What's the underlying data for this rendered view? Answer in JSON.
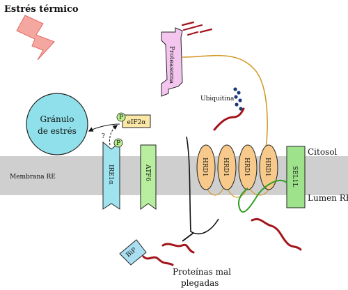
{
  "heat_stress_label": "Estrés térmico",
  "stress_granule": {
    "line1": "Gránulo",
    "line2": "de estrés"
  },
  "eif2a_label": "eIF2α",
  "phospho_mark": "P",
  "question_mark": "?",
  "proteasome_label": "Proteasoma",
  "ubiquitin_label": "Ubiquitina",
  "membrane_label": "Membrana RE",
  "ire1a_label": "IRE1α",
  "atf6_label": "ATF6",
  "hrd1_labels": [
    "HRD1",
    "HRD1",
    "HRD1",
    "HRD1"
  ],
  "sel1l_label": "SEL1L",
  "cytosol_label": "Citosol",
  "lumen_label": "Lumen RE",
  "bip_label": "BiP",
  "misfolded_proteins": {
    "line1": "Proteínas mal",
    "line2": "plegadas"
  },
  "colors": {
    "membrane": "#cfcfcf",
    "lightning": "#f4a7a0",
    "stress_granule": "#8fe0ea",
    "ire1a": "#9fe3ef",
    "atf6": "#b7ef9f",
    "hrd1": "#f7c98a",
    "sel1l": "#9ee38c",
    "proteasome": "#f4c6ef",
    "eif2a": "#fbe7a6",
    "phospho": "#b9f08f",
    "ubiquitin": "#1b3a7a",
    "misfolded_protein": "#a3141b",
    "bip": "#a9dff0",
    "connector": "#d39a2a",
    "sel1l_loop": "#2f9e22"
  }
}
